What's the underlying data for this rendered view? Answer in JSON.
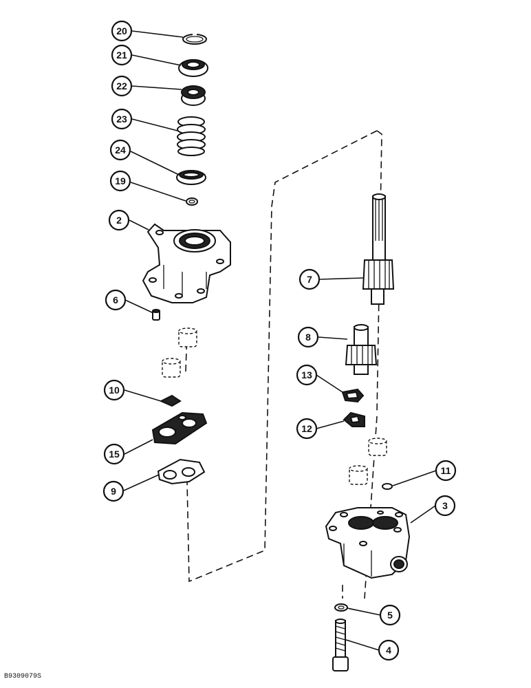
{
  "figure_code": "B9309079S",
  "callouts": [
    {
      "id": "20",
      "label": "20"
    },
    {
      "id": "21",
      "label": "21"
    },
    {
      "id": "22",
      "label": "22"
    },
    {
      "id": "23",
      "label": "23"
    },
    {
      "id": "24",
      "label": "24"
    },
    {
      "id": "19",
      "label": "19"
    },
    {
      "id": "2",
      "label": "2"
    },
    {
      "id": "6",
      "label": "6"
    },
    {
      "id": "10",
      "label": "10"
    },
    {
      "id": "15",
      "label": "15"
    },
    {
      "id": "9",
      "label": "9"
    },
    {
      "id": "7",
      "label": "7"
    },
    {
      "id": "8",
      "label": "8"
    },
    {
      "id": "13",
      "label": "13"
    },
    {
      "id": "12",
      "label": "12"
    },
    {
      "id": "11",
      "label": "11"
    },
    {
      "id": "3",
      "label": "3"
    },
    {
      "id": "5",
      "label": "5"
    },
    {
      "id": "4",
      "label": "4"
    }
  ]
}
